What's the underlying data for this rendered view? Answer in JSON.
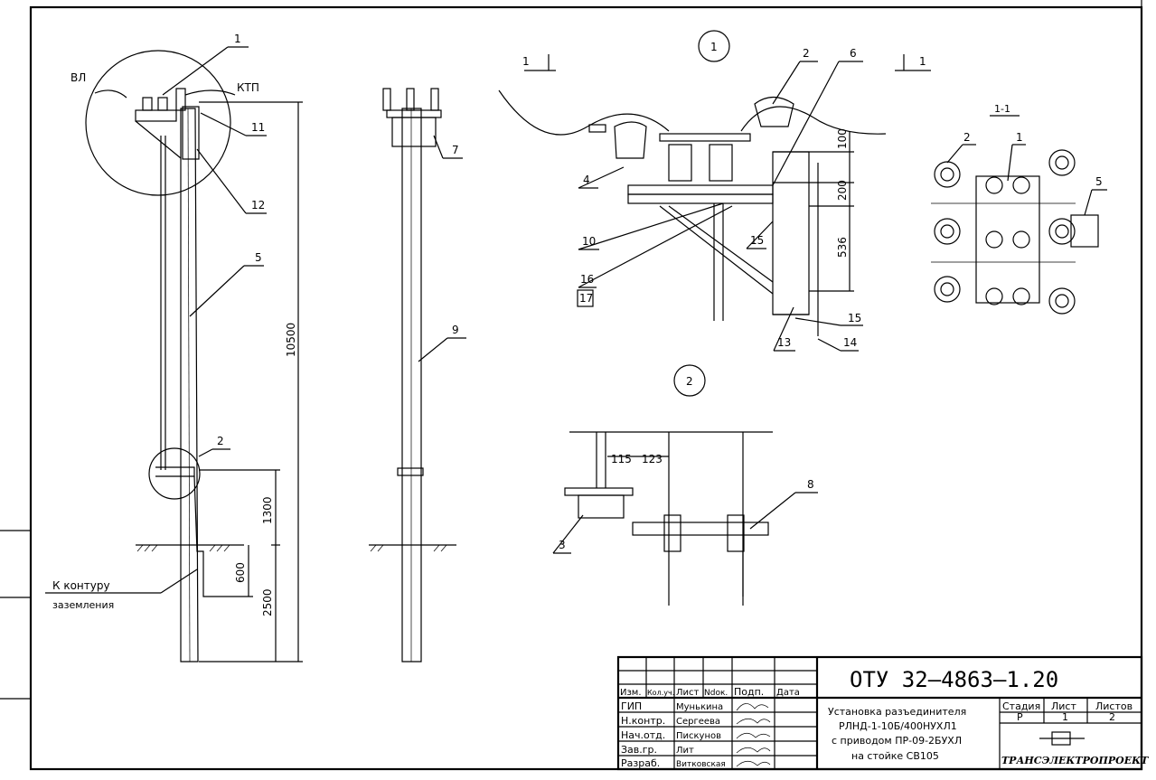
{
  "labels": {
    "vl": "ВЛ",
    "ktp": "КТП",
    "ground_1": "К контуру",
    "ground_2": "заземления",
    "section": "1-1",
    "cut_left": "1",
    "cut_right": "1"
  },
  "callouts": [
    "1",
    "11",
    "12",
    "5",
    "2",
    "7",
    "9",
    "2",
    "6",
    "4",
    "10",
    "15",
    "16",
    "17",
    "13",
    "14",
    "15",
    "2",
    "1",
    "5",
    "8",
    "3"
  ],
  "view_markers": [
    "1",
    "2"
  ],
  "dimensions": {
    "total_height": "10500",
    "d1300": "1300",
    "d2500": "2500",
    "d600": "600",
    "d100": "100",
    "d200": "200",
    "d536": "536",
    "d115": "115",
    "d123": "123"
  },
  "title_block": {
    "code": "ОТУ 32–4863–1.20",
    "head": [
      "Изм.",
      "Кол.уч.",
      "Лист",
      "Ndок.",
      "Подп.",
      "Дата"
    ],
    "roles": [
      "ГИП",
      "Н.контр.",
      "Нач.отд.",
      "Зав.гр.",
      "Разраб."
    ],
    "names": [
      "Мунькина",
      "Сергеева",
      "Пискунов",
      "Лит",
      "Витковская"
    ],
    "desc": [
      "Установка разъединителя",
      "РЛНД-1-10Б/400НУХЛ1",
      "с приводом ПР-09-2БУХЛ",
      "на стойке СВ105"
    ],
    "stage_head": [
      "Стадия",
      "Лист",
      "Листов"
    ],
    "stage_vals": [
      "Р",
      "1",
      "2"
    ],
    "org": "ТРАНСЭЛЕКТРОПРОЕКТ"
  }
}
